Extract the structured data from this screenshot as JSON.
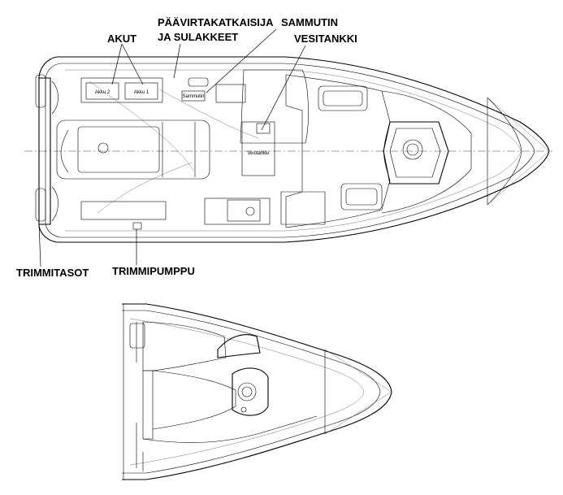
{
  "labels": {
    "batteries": "AKUT",
    "main_switch_line1": "PÄÄVIRTAKATKAISIJA",
    "main_switch_line2": "JA SULAKKEET",
    "extinguisher": "SAMMUTIN",
    "water_tank": "VESITANKKI",
    "trim_tabs": "TRIMMITASOT",
    "trim_pump": "TRIMMIPUMPPU"
  },
  "part_labels": {
    "battery_2": "Akku 2",
    "battery_1": "Akku 1",
    "extinguisher_unit": "Sammutin",
    "water_tank_unit": "Vesitankki"
  }
}
